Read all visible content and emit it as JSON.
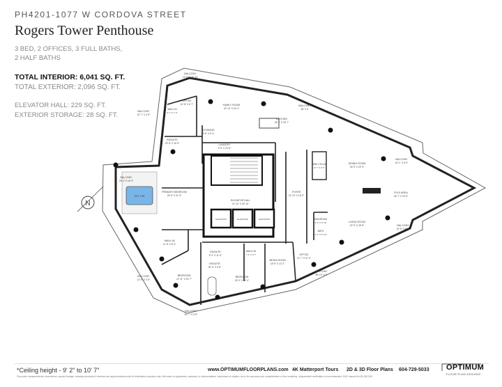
{
  "header": {
    "address": "PH4201-1077 W CORDOVA STREET",
    "title": "Rogers Tower Penthouse",
    "beds_line1": "3 BED, 2 OFFICES, 3 FULL BATHS,",
    "beds_line2": "2 HALF BATHS",
    "total_interior": "TOTAL INTERIOR: 6,041 SQ. FT.",
    "total_exterior": "TOTAL EXTERIOR: 2,096 SQ. FT.",
    "elevator_hall": "ELEVATOR HALL: 229 SQ. FT.",
    "exterior_storage": "EXTERIOR STORAGE: 28 SQ. FT."
  },
  "plan": {
    "north": "N",
    "rooms": {
      "balcony_top": {
        "name": "BALCONY",
        "dims": "13' 5\" X 26' 10\""
      },
      "family_room": {
        "name": "FAMILY ROOM",
        "dims": "20' 10\" X 16' 4\""
      },
      "balcony_ne": {
        "name": "BALCONY",
        "dims": "83' X 3'"
      },
      "office_top": {
        "name": "OFFICE",
        "dims": "10' 8\" X 6' 7\""
      },
      "balcony_nw": {
        "name": "BALCONY",
        "dims": "22' 7\" X 3' 5\""
      },
      "storage": {
        "name": "STORAGE",
        "dims": "9' 6\" X 5' 4\""
      },
      "kitchen": {
        "name": "KITCHEN",
        "dims": "26' 4\" X 18' 7\""
      },
      "ensuite_top": {
        "name": "ENSUITE",
        "dims": "23' 6\" X 18' 9\""
      },
      "laundry": {
        "name": "LAUNDRY",
        "dims": "9' 5\" X 20' 8\""
      },
      "wine": {
        "name": "WINE CELLAR",
        "dims": "8' 7\" X 4' 6\""
      },
      "dining": {
        "name": "DINING ROOM",
        "dims": "25' 5\" X 20' 9\""
      },
      "balcony_e": {
        "name": "BALCONY",
        "dims": "15' 1\" X 6' 9\""
      },
      "balcony_w": {
        "name": "BALCONY",
        "dims": "25' 4\" X 16' 3\""
      },
      "primary": {
        "name": "PRIMARY BEDROOM",
        "dims": "25' 9\" X 21' 6\""
      },
      "elevator_hall": {
        "name": "ELEVATOR HALL",
        "dims": "11' 10\" X 26' 10\""
      },
      "foyer": {
        "name": "FOYER",
        "dims": "13' 10\" X 18' 2\""
      },
      "flex": {
        "name": "FLEX AREA",
        "dims": "18' 7\" X 22' 6\""
      },
      "elevator": "ELEVATOR",
      "hot_tub": "HOT TUB",
      "walk_in_top": {
        "name": "WALK-IN",
        "dims": "6' 1\" X 7' 6\""
      },
      "walk_in": {
        "name": "WALK-IN",
        "dims": "11' 8\" X 8' 4\""
      },
      "mudroom": {
        "name": "MUDROOM",
        "dims": "6' 2\" X 6' 10\""
      },
      "living": {
        "name": "LIVING ROOM",
        "dims": "22' 5\" X 25' 8\""
      },
      "balcony_se": {
        "name": "BALCONY",
        "dims": "15' 5\" X 8' 5\""
      },
      "bath_e": {
        "name": "BATH",
        "dims": "6' 2\" X 5' 10\""
      },
      "ensuite_mid": {
        "name": "ENSUITE",
        "dims": "8' 4\" X 11' 5\""
      },
      "walk_in_mid": {
        "name": "WALK-IN",
        "dims": "7' 4\" X 6' 7\""
      },
      "media": {
        "name": "MEDIA ROOM",
        "dims": "18' 6\" X 13' 2\""
      },
      "office_s": {
        "name": "OFFICE",
        "dims": "11' 7\" X 11' 3\""
      },
      "ensuite_low": {
        "name": "ENSUITE",
        "dims": "20' 5\" X 9' 8\""
      },
      "balcony_sw": {
        "name": "BALCONY",
        "dims": "12' 8\" X 3' 5\""
      },
      "bedroom_w": {
        "name": "BEDROOM",
        "dims": "12' 11\" X 15' 7\""
      },
      "bedroom_s": {
        "name": "BEDROOM",
        "dims": "18' 0\" X 13' 4\""
      },
      "balcony_s": {
        "name": "BALCONY",
        "dims": "80' 10\" X 3'"
      },
      "balcony_bottom": {
        "name": "BALCONY",
        "dims": "61' 7\" X 3' 5\""
      }
    }
  },
  "footer": {
    "ceiling": "*Ceiling height - 9' 2\" to 10' 7\"",
    "website": "www.OPTIMUMFLOORPLANS.com",
    "tours": "4K Matterport Tours",
    "plans": "2D & 3D Floor Plans",
    "phone": "604-729-5033",
    "logo_word": "OPTIMUM",
    "logo_sub": "FLOOR PLAN DESIGNS",
    "disclaimer": "Floor plan measurements, dimensions, square footage, existing structures & features are approximations and for illustrative purposes only. We make no guarantee, warranty, or representation, expressed or implied, as to the accuracy and completeness of this rendering. Independent verification is recommended. E&O insured for $1,000,000."
  }
}
